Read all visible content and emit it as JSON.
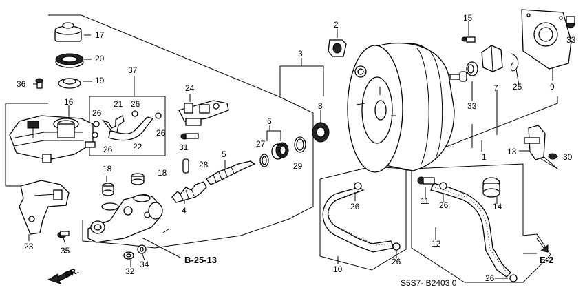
{
  "diagram": {
    "code": "S5S7- B2403 0",
    "direction_label": "FR.",
    "refs": {
      "b25": "B-25-13",
      "e2": "E-2"
    },
    "labels": {
      "p1": "1",
      "p3": "3",
      "p4": "4",
      "p5": "5",
      "p6": "6",
      "p7": "7",
      "p8": "8",
      "p9": "9",
      "p10": "10",
      "p11": "11",
      "p12": "12",
      "p13": "13",
      "p14": "14",
      "p15": "15",
      "p16": "16",
      "p17": "17",
      "p18a": "18",
      "p18b": "18",
      "p19": "19",
      "p20": "20",
      "p21": "21",
      "p22": "22",
      "p23": "23",
      "p24": "24",
      "p25": "25",
      "p26a": "26",
      "p26b": "26",
      "p26c": "26",
      "p26d": "26",
      "p26e": "26",
      "p26f": "26",
      "p26g": "26",
      "p26h": "26",
      "p27": "27",
      "p28": "28",
      "p29": "29",
      "p30": "30",
      "p31": "31",
      "p32": "32",
      "p33a": "33",
      "p33b": "33",
      "p34": "34",
      "p35": "35",
      "p36": "36",
      "p37": "37",
      "p2": "2"
    }
  }
}
